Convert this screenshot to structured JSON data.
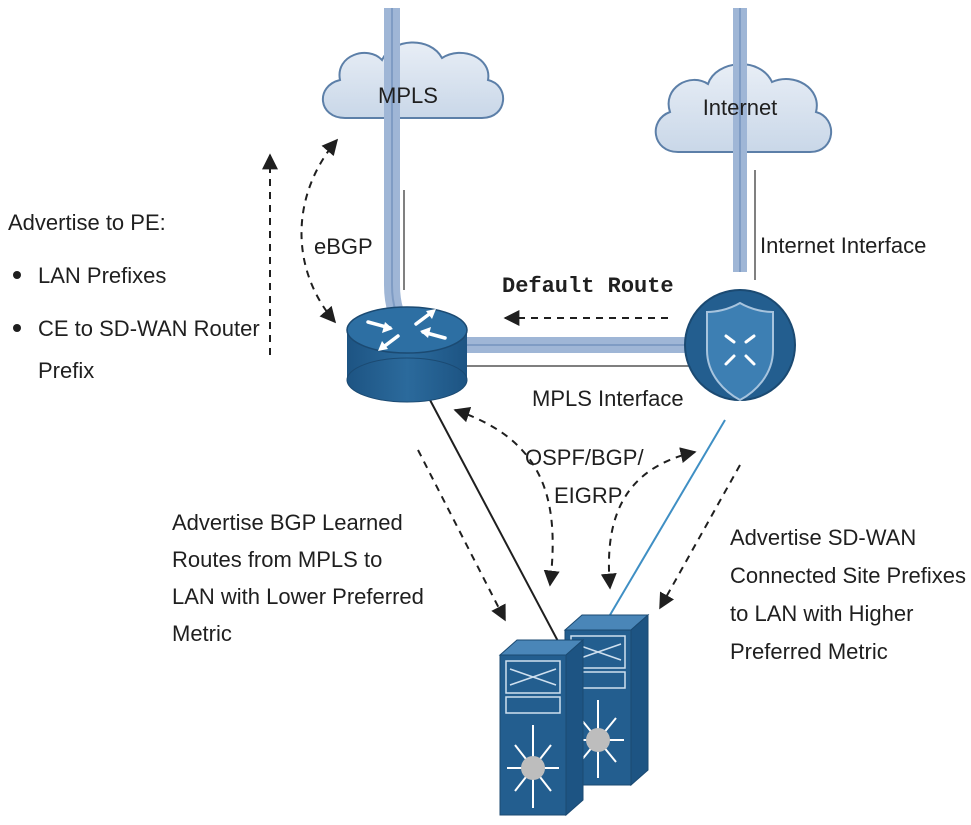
{
  "clouds": {
    "mpls": "MPLS",
    "internet": "Internet"
  },
  "labels": {
    "advertise_to_pe": "Advertise to PE:",
    "bullet_1": "LAN Prefixes",
    "bullet_2_line1": "CE to SD-WAN Router",
    "bullet_2_line2": "Prefix",
    "ebgp": "eBGP",
    "default_route": "Default Route",
    "internet_interface": "Internet Interface",
    "mpls_interface": "MPLS Interface",
    "igp_line1": "OSPF/BGP/",
    "igp_line2": "EIGRP",
    "left_line1": "Advertise BGP Learned",
    "left_line2": "Routes from MPLS to",
    "left_line3": "LAN with Lower Preferred",
    "left_line4": "Metric",
    "right_line1": "Advertise SD-WAN",
    "right_line2": "Connected Site Prefixes",
    "right_line3": "to LAN with Higher",
    "right_line4": "Preferred Metric"
  },
  "colors": {
    "cloud_fill": "#d9e4f1",
    "cloud_stroke": "#5c7fa8",
    "tunnel": "#9fb6d6",
    "device_blue": "#235e8f",
    "device_dark": "#1b4a72",
    "link_blue": "#3f8fc4"
  }
}
